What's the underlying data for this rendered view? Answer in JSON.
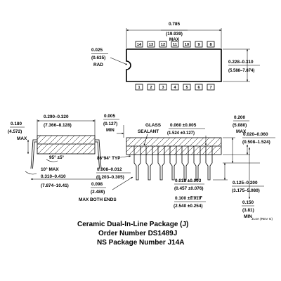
{
  "top_view": {
    "len_in": "0.785",
    "len_mm": "(19.939)",
    "len_max": "MAX",
    "notch_in": "0.025",
    "notch_mm": "(0.635)",
    "notch_rad": "RAD",
    "width_in": "0.228–0.310",
    "width_mm": "(5.588–7.874)",
    "pins_top": [
      "14",
      "13",
      "12",
      "11",
      "10",
      "9",
      "8"
    ],
    "pins_bottom": [
      "1",
      "2",
      "3",
      "4",
      "5",
      "6",
      "7"
    ]
  },
  "end_view": {
    "body_in": "0.290–0.320",
    "body_mm": "(7.366–8.128)",
    "height_in": "0.180",
    "height_mm": "(4.572)",
    "height_max": "MAX",
    "angle": "95° ±5°",
    "angle_max": "10° MAX",
    "row_in": "0.310–0.410",
    "row_mm": "(7.874–10.41)"
  },
  "side_view": {
    "end_in": "0.005",
    "end_mm": "(0.127)",
    "end_min": "MIN",
    "glass": "GLASS",
    "sealant": "SEALANT",
    "pitch_top_in": "0.060 ±0.005",
    "pitch_top_mm": "(1.524 ±0.127)",
    "seat_in": "0.200",
    "seat_mm": "(5.080)",
    "seat_max": "MAX",
    "lead_in": "0.020–0.060",
    "lead_mm": "(0.508–1.524)",
    "angle_typ": "86°94° TYP",
    "thick_in": "0.008–0.012",
    "thick_mm": "(0.203–0.305)",
    "bend_in": "0.098",
    "bend_mm": "(2.489)",
    "bend_note": "MAX BOTH ENDS",
    "w_in": "0.018 ±0.003",
    "w_mm": "(0.457 ±0.076)",
    "pitch_in": "0.100 ±0.010",
    "pitch_mm": "(2.540 ±0.254)",
    "len_in": "0.125–0.200",
    "len_mm": "(3.175–5.080)",
    "min_in": "0.150",
    "min_mm": "(3.81)",
    "min_label": "MIN",
    "rev": "J14A (REV G)"
  },
  "caption": {
    "line1": "Ceramic Dual-In-Line Package (J)",
    "line2": "Order Number DS1489J",
    "line3": "NS Package Number J14A"
  }
}
